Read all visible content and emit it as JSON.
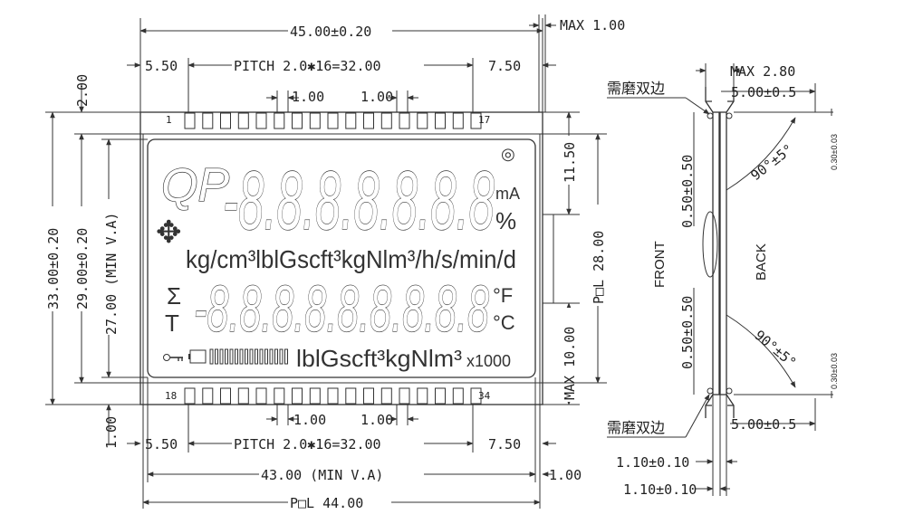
{
  "front_view": {
    "width_overall": "45.00±0.20",
    "pitch_top": "PITCH 2.0✱16=32.00",
    "pitch_bottom": "PITCH 2.0✱16=32.00",
    "left_offset_top": "5.50",
    "right_offset_top": "7.50",
    "left_offset_bottom": "5.50",
    "right_offset_bottom": "7.50",
    "pin_width_top_a": "1.00",
    "pin_width_top_b": "1.00",
    "pin_width_bottom_a": "1.00",
    "pin_width_bottom_b": "1.00",
    "max_thickness_top": "MAX 1.00",
    "height_overall": "33.00±0.20",
    "height_glass": "29.00±0.20",
    "view_area_height": "27.00 (MIN V.A)",
    "top_pin_len": "2.00",
    "bottom_pin_len": "1.00",
    "right_top": "11.50",
    "right_bottom": "MAX 10.00",
    "pol_height": "P□L 28.00",
    "view_area_width": "43.00 (MIN V.A)",
    "right_gap": "1.00",
    "pol_width": "P□L 44.00",
    "pin_first_top": "1",
    "pin_last_top": "17",
    "pin_first_bottom": "18",
    "pin_last_bottom": "34"
  },
  "display": {
    "qp": "QP",
    "row1_digits": "-8.8.8.8.8.8.8",
    "row1_unit_a": "mA",
    "row1_unit_b": "%",
    "row1_symbol": "◎",
    "units_row": "kg/cm³lblGscft³kgNlm³/h/s/min/d",
    "sigma": "Σ",
    "tee": "T",
    "row2_digits": "-8.8.8.8.8.8.8.8.8",
    "row2_unit_a": "°F",
    "row2_unit_b": "°C",
    "bottom_units": "lblGscft³kgNlm³",
    "multiplier": "x1000",
    "key_icon": "key-icon",
    "battery_icon": "battery-icon",
    "bargraph_segments": 16
  },
  "side_view": {
    "max_thickness": "MAX 2.80",
    "grind_top": "需磨双边",
    "grind_bottom": "需磨双边",
    "top_pin_offset": "5.00±0.5",
    "bottom_pin_offset": "5.00±0.5",
    "angle_top": "90°±5°",
    "angle_bottom": "90°±5°",
    "tol_top": "0.30±0.03",
    "tol_bottom": "0.30±0.03",
    "front_label": "FRONT",
    "back_label": "BACK",
    "upper_dim": "0.50±0.50",
    "lower_dim": "0.50±0.50",
    "pin_thick_a": "1.10±0.10",
    "pin_thick_b": "1.10±0.10"
  }
}
